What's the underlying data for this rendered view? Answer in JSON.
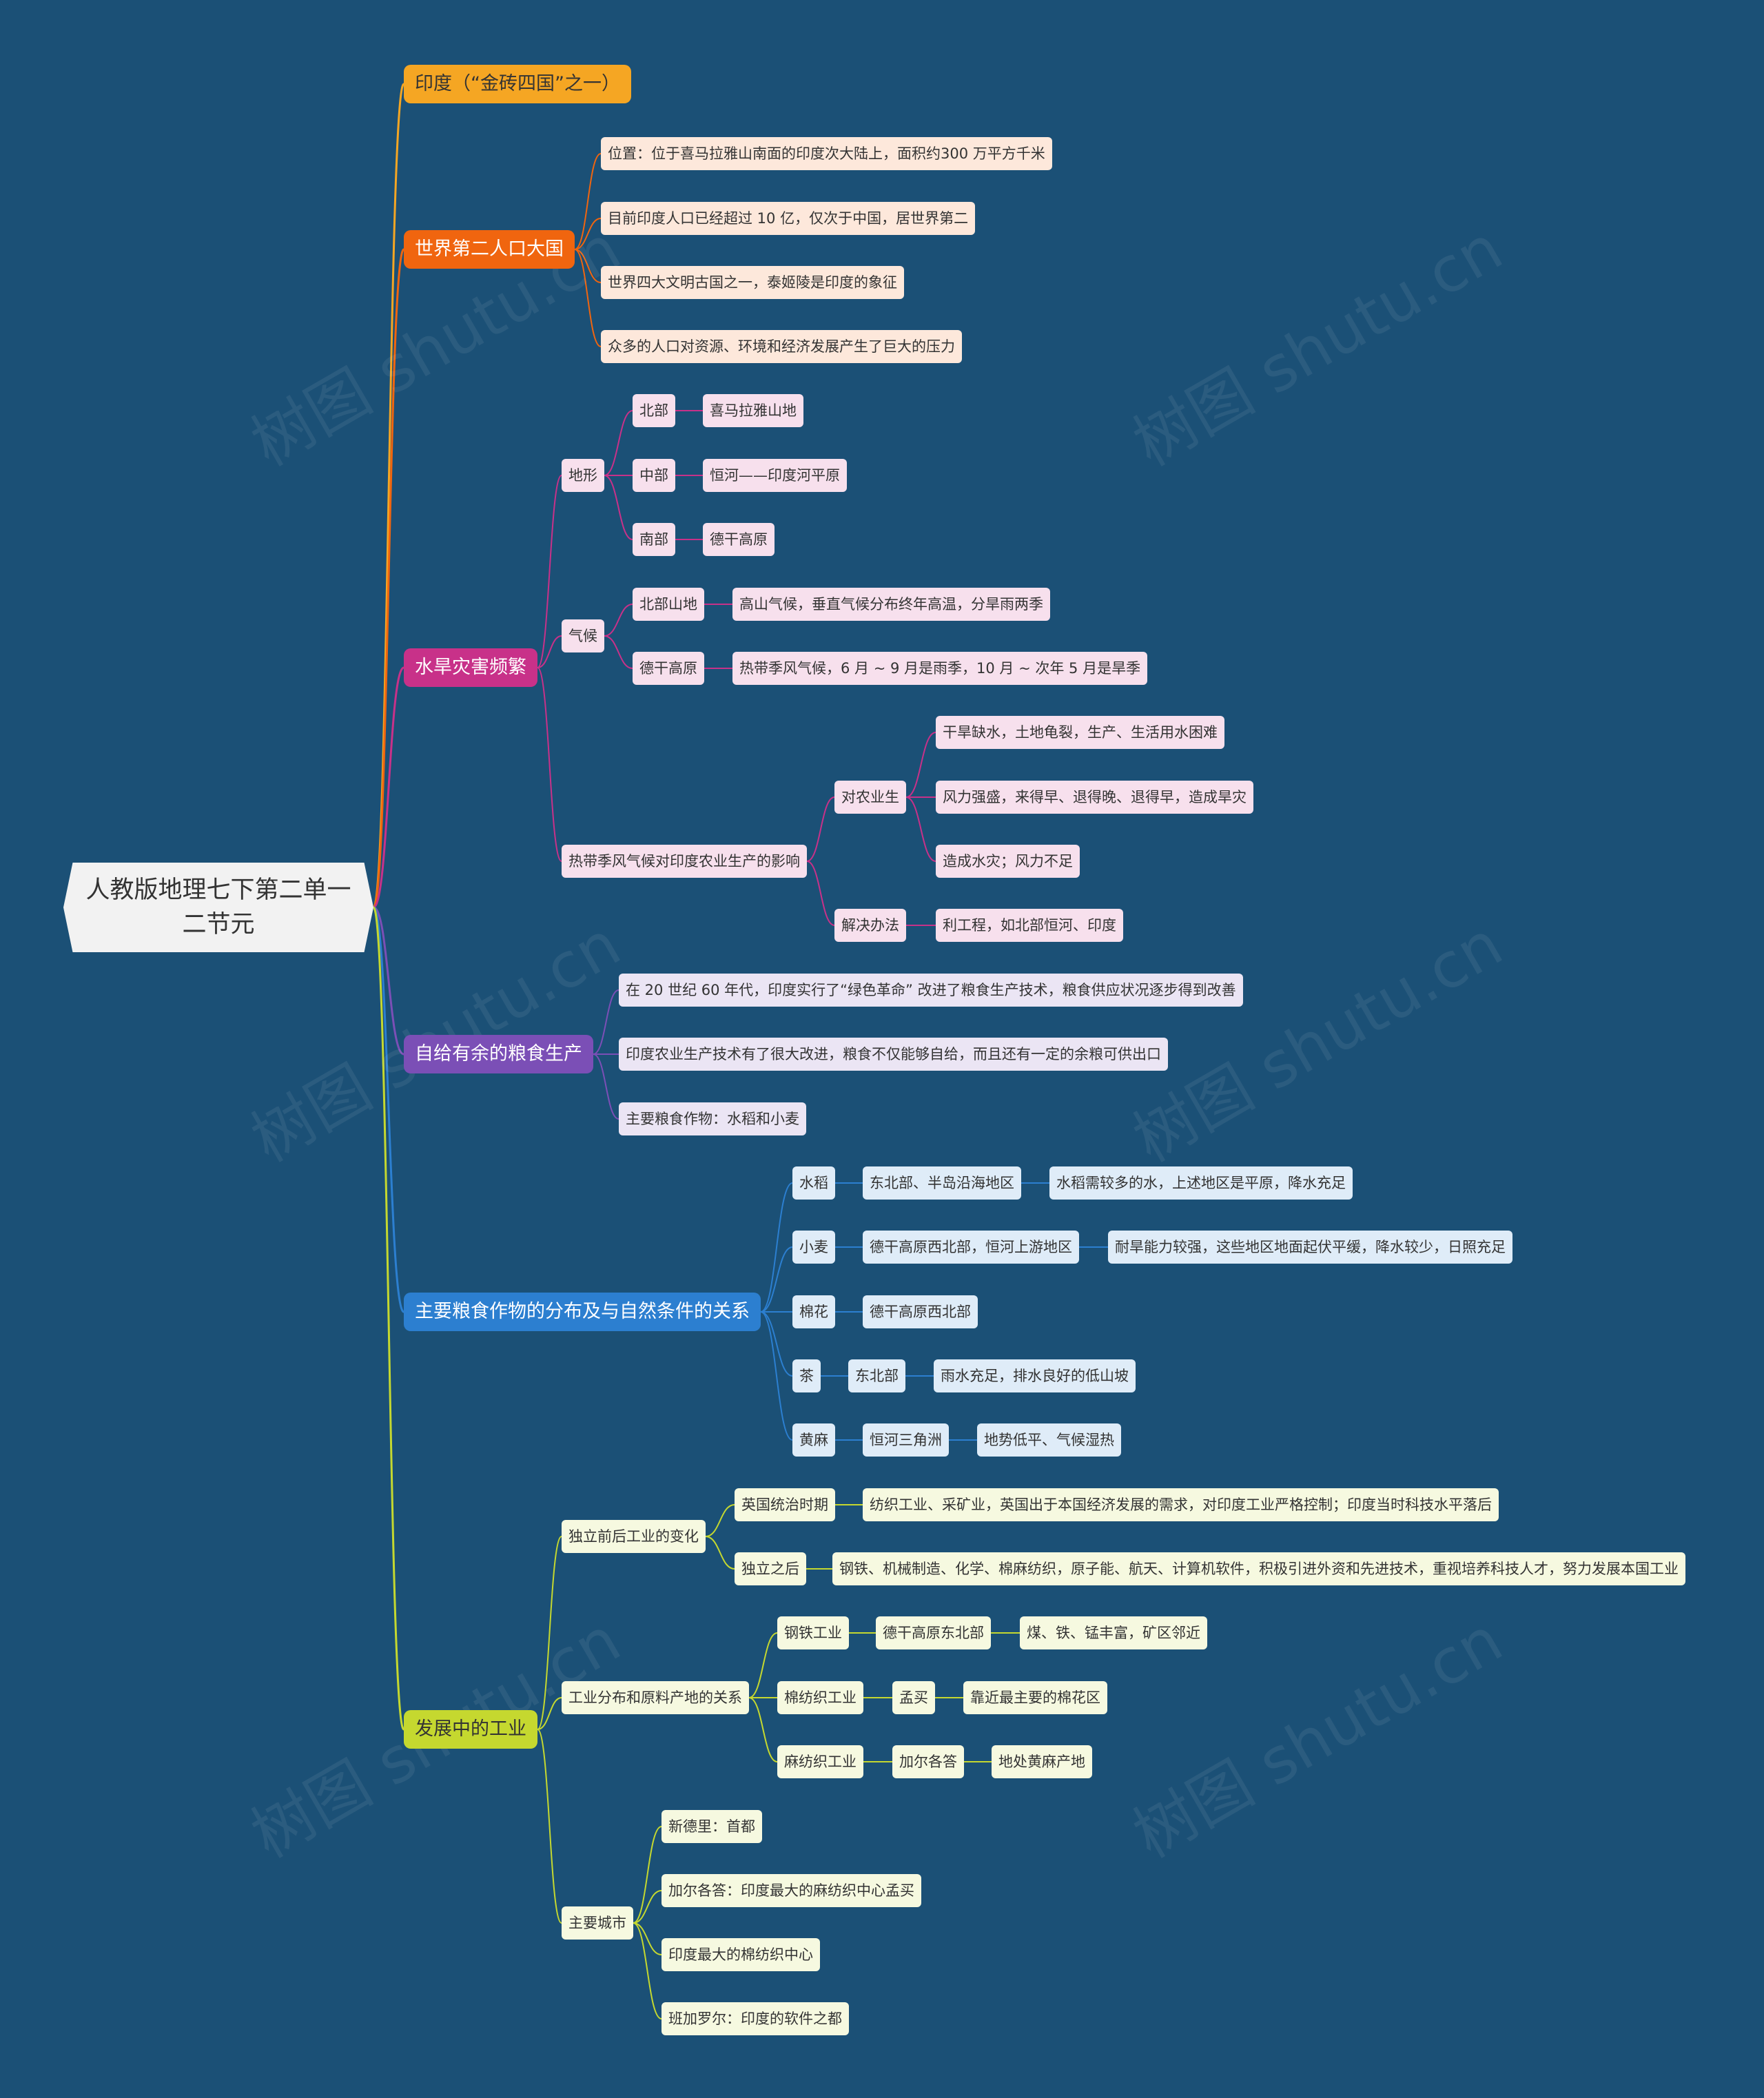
{
  "root": "人教版地理七下第二单一二节元",
  "branches": [
    {
      "label": "印度（“金砖四国”之一）",
      "color": "#f5a623",
      "text": "#333333",
      "children": []
    },
    {
      "label": "世界第二人口大国",
      "color": "#f0650f",
      "text": "#ffffff",
      "children": [
        {
          "label": "位置：位于喜马拉雅山南面的印度次大陆上，面积约300 万平方千米"
        },
        {
          "label": "目前印度人口已经超过 10 亿，仅次于中国，居世界第二"
        },
        {
          "label": "世界四大文明古国之一，泰姬陵是印度的象征"
        },
        {
          "label": "众多的人口对资源、环境和经济发展产生了巨大的压力"
        }
      ]
    },
    {
      "label": "水旱灾害频繁",
      "color": "#c83189",
      "text": "#ffffff",
      "children": [
        {
          "label": "地形",
          "children": [
            {
              "label": "北部",
              "children": [
                {
                  "label": "喜马拉雅山地"
                }
              ]
            },
            {
              "label": "中部",
              "children": [
                {
                  "label": "恒河——印度河平原"
                }
              ]
            },
            {
              "label": "南部",
              "children": [
                {
                  "label": "德干高原"
                }
              ]
            }
          ]
        },
        {
          "label": "气候",
          "children": [
            {
              "label": "北部山地",
              "children": [
                {
                  "label": "高山气候，垂直气候分布终年高温，分旱雨两季"
                }
              ]
            },
            {
              "label": "德干高原",
              "children": [
                {
                  "label": "热带季风气候，6 月 ~ 9 月是雨季，10 月 ~ 次年 5 月是旱季"
                }
              ]
            }
          ]
        },
        {
          "label": "热带季风气候对印度农业生产的影响",
          "children": [
            {
              "label": "对农业生",
              "children": [
                {
                  "label": "干旱缺水，土地龟裂，生产、生活用水困难"
                },
                {
                  "label": "风力强盛，来得早、退得晚、退得早，造成旱灾"
                },
                {
                  "label": "造成水灾；风力不足"
                }
              ]
            },
            {
              "label": "解决办法",
              "children": [
                {
                  "label": "利工程，如北部恒河、印度"
                }
              ]
            }
          ]
        }
      ]
    },
    {
      "label": "自给有余的粮食生产",
      "color": "#7b4fb6",
      "text": "#ffffff",
      "children": [
        {
          "label": "在 20 世纪 60 年代，印度实行了“绿色革命” 改进了粮食生产技术，粮食供应状况逐步得到改善"
        },
        {
          "label": "印度农业生产技术有了很大改进，粮食不仅能够自给，而且还有一定的余粮可供出口"
        },
        {
          "label": "主要粮食作物：水稻和小麦"
        }
      ]
    },
    {
      "label": "主要粮食作物的分布及与自然条件的关系",
      "color": "#2c7fd0",
      "text": "#ffffff",
      "children": [
        {
          "label": "水稻",
          "children": [
            {
              "label": "东北部、半岛沿海地区",
              "children": [
                {
                  "label": "水稻需较多的水，上述地区是平原，降水充足"
                }
              ]
            }
          ]
        },
        {
          "label": "小麦",
          "children": [
            {
              "label": "德干高原西北部，恒河上游地区",
              "children": [
                {
                  "label": "耐旱能力较强，这些地区地面起伏平缓，降水较少，日照充足"
                }
              ]
            }
          ]
        },
        {
          "label": "棉花",
          "children": [
            {
              "label": "德干高原西北部"
            }
          ]
        },
        {
          "label": "茶",
          "children": [
            {
              "label": "东北部",
              "children": [
                {
                  "label": "雨水充足，排水良好的低山坡"
                }
              ]
            }
          ]
        },
        {
          "label": "黄麻",
          "children": [
            {
              "label": "恒河三角洲",
              "children": [
                {
                  "label": "地势低平、气候湿热"
                }
              ]
            }
          ]
        }
      ]
    },
    {
      "label": "发展中的工业",
      "color": "#c5d82f",
      "text": "#333333",
      "children": [
        {
          "label": "独立前后工业的变化",
          "children": [
            {
              "label": "英国统治时期",
              "children": [
                {
                  "label": "纺织工业、采矿业，英国出于本国经济发展的需求，对印度工业严格控制；印度当时科技水平落后"
                }
              ]
            },
            {
              "label": "独立之后",
              "children": [
                {
                  "label": "钢铁、机械制造、化学、棉麻纺织，原子能、航天、计算机软件，积极引进外资和先进技术，重视培养科技人才，努力发展本国工业"
                }
              ]
            }
          ]
        },
        {
          "label": "工业分布和原料产地的关系",
          "children": [
            {
              "label": "钢铁工业",
              "children": [
                {
                  "label": "德干高原东北部",
                  "children": [
                    {
                      "label": "煤、铁、锰丰富，矿区邻近"
                    }
                  ]
                }
              ]
            },
            {
              "label": "棉纺织工业",
              "children": [
                {
                  "label": "孟买",
                  "children": [
                    {
                      "label": "靠近最主要的棉花区"
                    }
                  ]
                }
              ]
            },
            {
              "label": "麻纺织工业",
              "children": [
                {
                  "label": "加尔各答",
                  "children": [
                    {
                      "label": "地处黄麻产地"
                    }
                  ]
                }
              ]
            }
          ]
        },
        {
          "label": "主要城市",
          "children": [
            {
              "label": "新德里：首都"
            },
            {
              "label": "加尔各答：印度最大的麻纺织中心孟买"
            },
            {
              "label": "印度最大的棉纺织中心"
            },
            {
              "label": "班加罗尔：印度的软件之都"
            }
          ]
        }
      ]
    }
  ],
  "watermark": "树图 shutu.cn"
}
